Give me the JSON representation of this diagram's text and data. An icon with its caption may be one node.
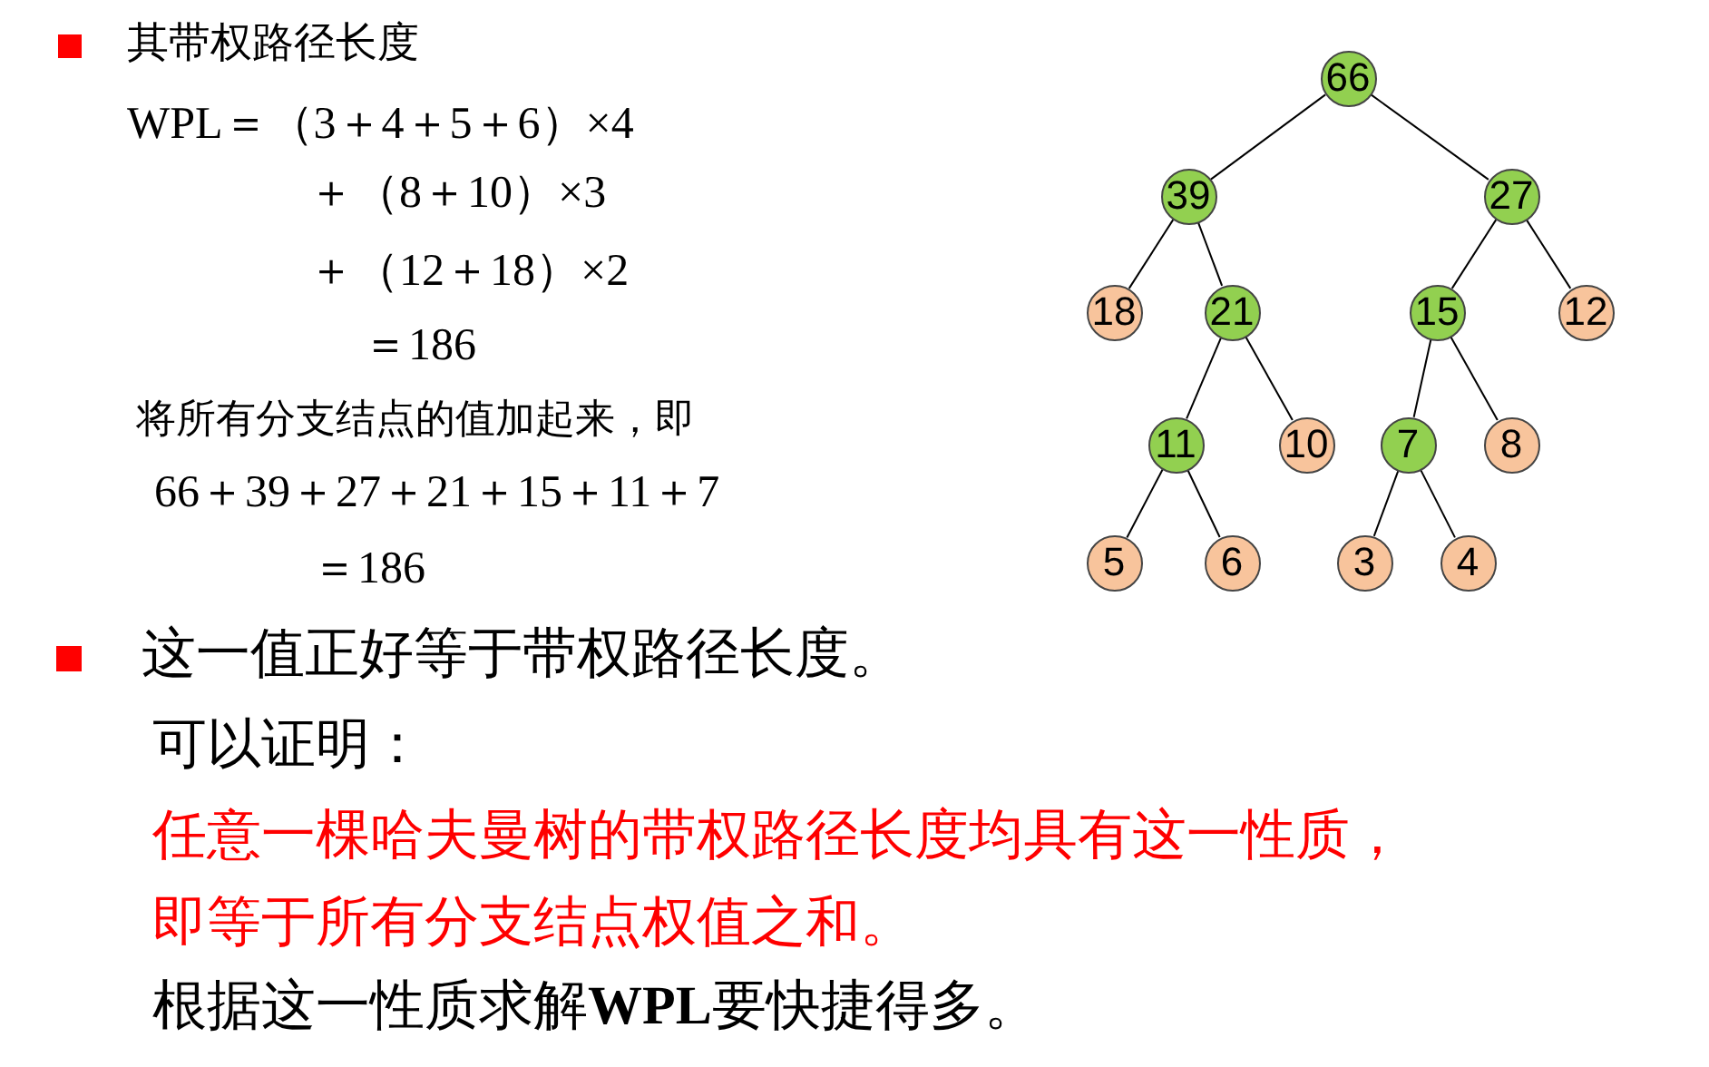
{
  "diagram": {
    "nodes": [
      {
        "text": [
          "66"
        ]
      },
      {
        "text": [
          "39"
        ]
      },
      {
        "text": [
          "27"
        ]
      },
      {
        "text": [
          "18"
        ]
      },
      {
        "text": [
          "21"
        ]
      },
      {
        "text": [
          "15"
        ]
      },
      {
        "text": [
          "12"
        ]
      },
      {
        "text": [
          "11"
        ]
      },
      {
        "text": [
          "10"
        ]
      },
      {
        "text": [
          "7"
        ]
      },
      {
        "text": [
          "8"
        ]
      },
      {
        "text": [
          "5"
        ]
      },
      {
        "text": [
          "6"
        ]
      },
      {
        "text": [
          "3"
        ]
      },
      {
        "text": [
          "4"
        ]
      }
    ],
    "edges": [
      {
        "from": 0,
        "to": 1,
        "arrow": "none"
      },
      {
        "from": 0,
        "to": 2,
        "arrow": "none"
      },
      {
        "from": 1,
        "to": 3,
        "arrow": "none"
      },
      {
        "from": 1,
        "to": 4,
        "arrow": "none"
      },
      {
        "from": 2,
        "to": 5,
        "arrow": "none"
      },
      {
        "from": 2,
        "to": 6,
        "arrow": "none"
      },
      {
        "from": 4,
        "to": 7,
        "arrow": "none"
      },
      {
        "from": 4,
        "to": 8,
        "arrow": "none"
      },
      {
        "from": 5,
        "to": 9,
        "arrow": "none"
      },
      {
        "from": 5,
        "to": 10,
        "arrow": "none"
      },
      {
        "from": 7,
        "to": 11,
        "arrow": "none"
      },
      {
        "from": 7,
        "to": 12,
        "arrow": "none"
      },
      {
        "from": 9,
        "to": 13,
        "arrow": "none"
      },
      {
        "from": 9,
        "to": 14,
        "arrow": "none"
      }
    ],
    "labels": [
      "其带权路径长度",
      "WPL＝（3＋4＋5＋6）×4",
      "＋（8＋10）×3",
      "＋（12＋18）×2",
      "＝186",
      "将所有分支结点的值加起来，即",
      "66＋39＋27＋21＋15＋11＋7",
      "＝186",
      "这一值正好等于带权路径长度。",
      "可以证明：",
      "任意一棵哈夫曼树的带权路径长度均具有这一性质，",
      "即等于所有分支结点权值之和。",
      "根据这一性质求解**WPL**要快捷得多。"
    ]
  }
}
